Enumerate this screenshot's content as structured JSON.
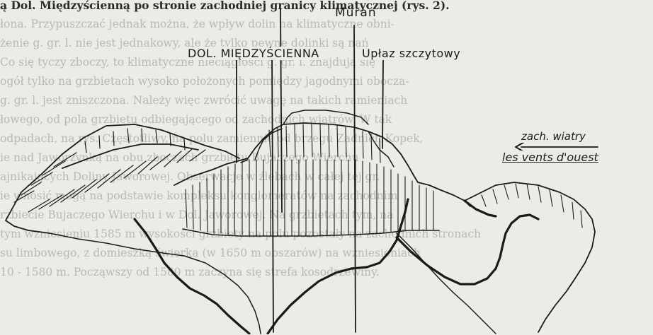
{
  "background_text": [
    "ą Dol. Międzyścienną po stronie zachodniej granicy klimatycznej (rys. 2).",
    "łona. Przypuszczać jednak można, że wpływ dolin na klimatyczne obni-",
    "żenie g. gr. l. nie jest jednakowy, ale że tylko pewne dolinki są nań",
    "Co się tyczy zboczy, to klimatyczne nieciągłości g. gr. l. znajdują się",
    "ogół tylko na grzbietach wysoko położonych pomiędzy jagodnymi obocza-",
    "g. gr. l. jest zniszczona. Należy więc zwrócić uwagę na takich ramieniach",
    "łowego, od pola grzbietu odbiegającego od zachodnich wiatrów. W tak",
    "odpadach, na rys. Częstotliwy, na polu zamiennie od brzegu Zadnich Kopek,",
    "ie nad Jaworzynką na obu zboczach grzbietu Bujaczego Wierchu",
    "ajnikających Doliny Jaworowej. Obserwacje w źlebach w całej tej gr.",
    "ie wnosić mogą na podstawie kompleksu konglomeratów na zachodnim",
    "rzbiecie Bujaczego Wierchu i w Dol. Jaworowej. Na grzbietach tym, na",
    "tym wzniesieniu 1585 m wysokości grzbiety na polu pozostały na zachodnich stronach",
    "su limbowego, z domieszką świerka (w 1650 m obszarów) na wzniesieniach",
    "10 - 1580 m. Począwszy od 1580 m zaczyna się strefa kosodrzewiny."
  ],
  "labels": {
    "muran": "Muran",
    "dol_miedzyscienna": "DOL. MIĘDZYŚCIENNA",
    "upłaz": "Upłaz szczytowy",
    "zach_wiatry": "zach. wiatry",
    "vents": "les vents d'ouest"
  }
}
